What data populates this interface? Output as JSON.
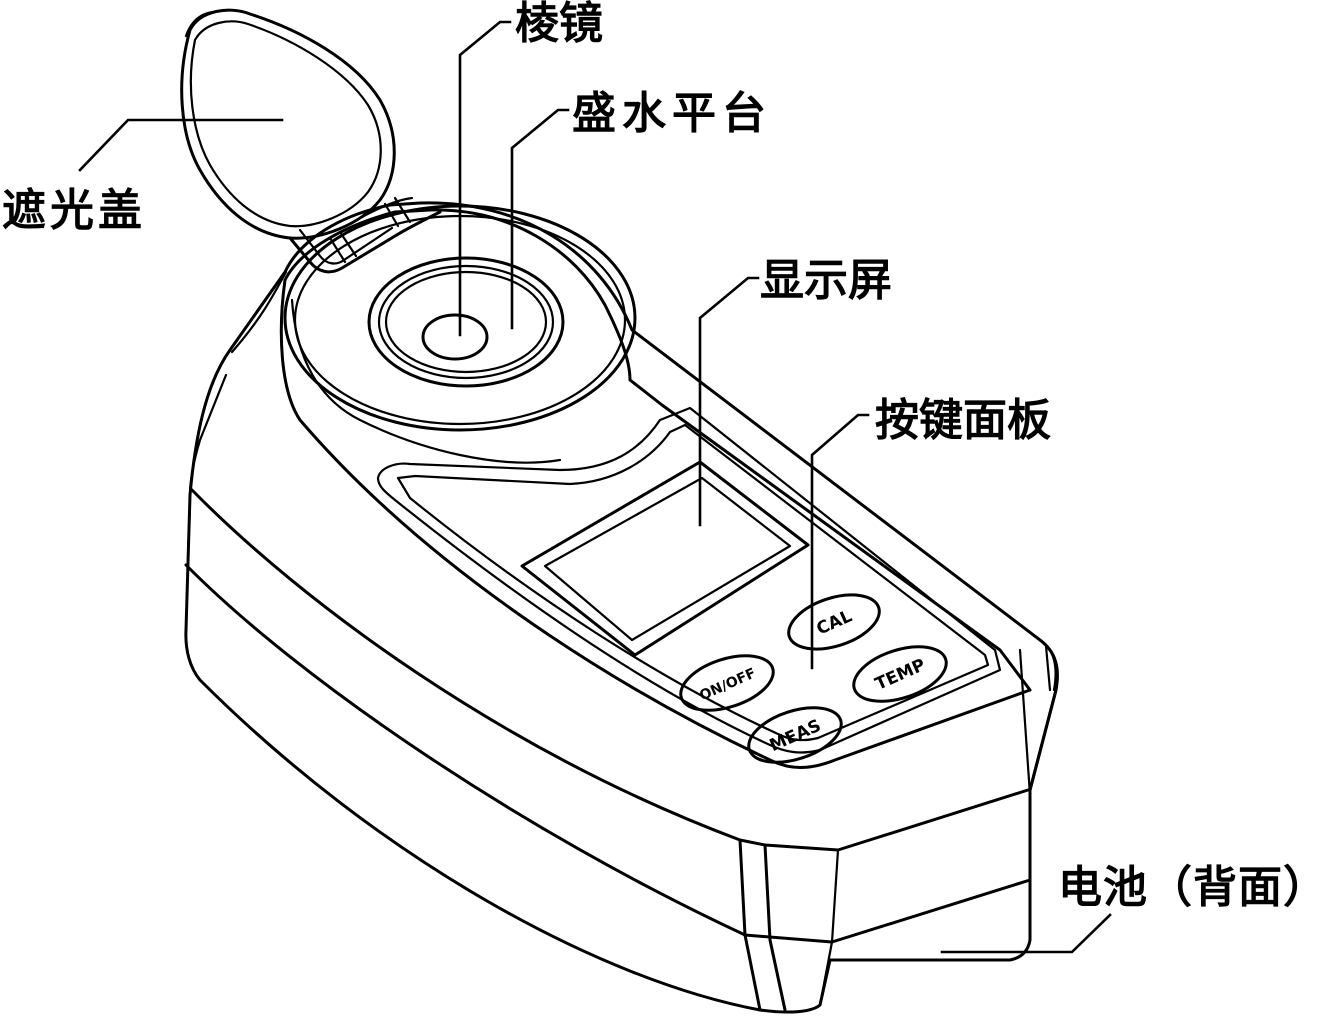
{
  "diagram": {
    "labels": {
      "prism": "棱镜",
      "water_platform": "盛水平台",
      "light_cover": "遮光盖",
      "display": "显示屏",
      "keypad": "按键面板",
      "battery": "电池（背面）"
    },
    "buttons": {
      "cal": "CAL",
      "on_off": "ON/OFF",
      "temp": "TEMP",
      "meas": "MEAS"
    }
  }
}
